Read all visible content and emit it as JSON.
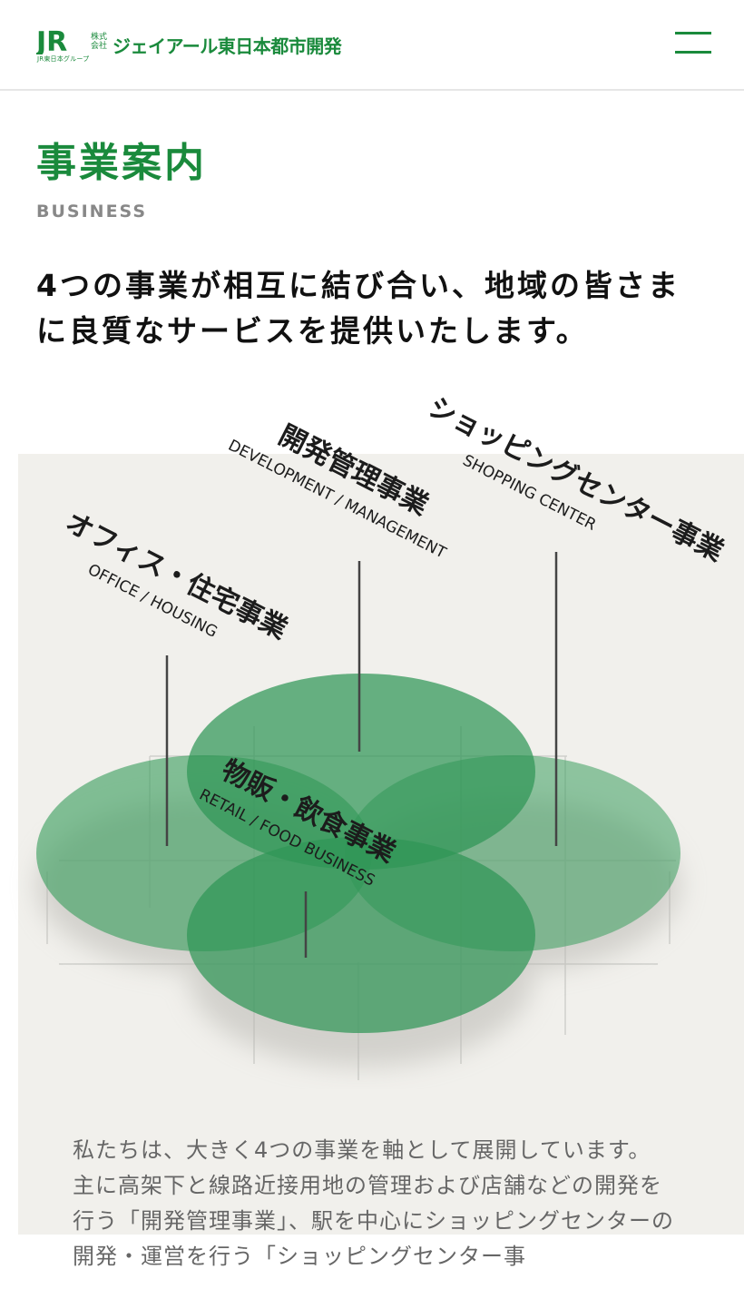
{
  "header": {
    "logo": {
      "mark": "JR",
      "group_text": "JR東日本グループ",
      "kaisha_text": "株式会社",
      "company_name": "ジェイアール東日本都市開発"
    },
    "menu_icon": "hamburger-icon"
  },
  "page": {
    "title": "事業案内",
    "subtitle": "BUSINESS",
    "lead": "4つの事業が相互に結び合い、地域の皆さまに良質なサービスを提供いたします。"
  },
  "diagram": {
    "colors": {
      "brand": "#1a8a3c",
      "circle_fill": "#3a9e5e",
      "text": "#1c1c1c",
      "bg": "#f1f0ec"
    },
    "segments": [
      {
        "name_ja": "オフィス・住宅事業",
        "name_en": "OFFICE / HOUSING"
      },
      {
        "name_ja": "開発管理事業",
        "name_en": "DEVELOPMENT / MANAGEMENT"
      },
      {
        "name_ja": "ショッピングセンター事業",
        "name_en": "SHOPPING CENTER"
      },
      {
        "name_ja": "物販・飲食事業",
        "name_en": "RETAIL / FOOD BUSINESS"
      }
    ]
  },
  "intro": {
    "paragraph": "私たちは、大きく4つの事業を軸として展開しています。\n主に高架下と線路近接用地の管理および店舗などの開発を行う「開発管理事業」、駅を中心にショッピングセンターの開発・運営を行う「ショッピングセンター事"
  }
}
